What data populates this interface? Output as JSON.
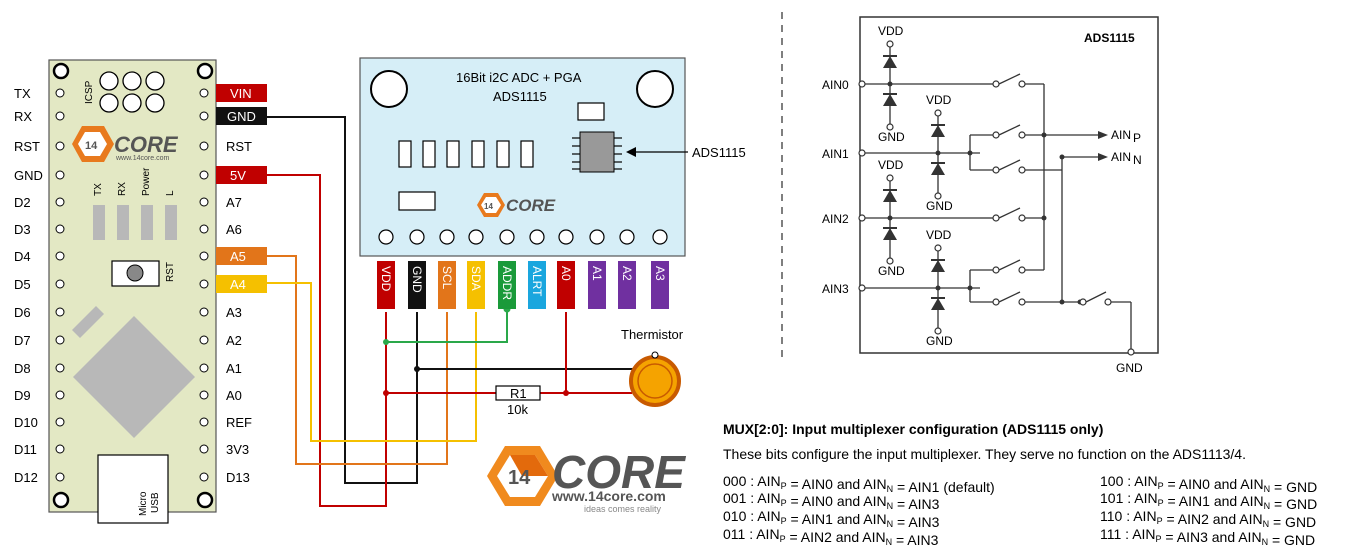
{
  "arduino": {
    "left_pins": [
      "TX",
      "RX",
      "RST",
      "GND",
      "D2",
      "D3",
      "D4",
      "D5",
      "D6",
      "D7",
      "D8",
      "D9",
      "D10",
      "D11",
      "D12"
    ],
    "right_pins": [
      "VIN",
      "GND",
      "RST",
      "5V",
      "A7",
      "A6",
      "A5",
      "A4",
      "A3",
      "A2",
      "A1",
      "A0",
      "REF",
      "3V3",
      "D13"
    ],
    "icsp_label": "ICSP",
    "led_labels": [
      "TX",
      "RX",
      "Power",
      "L"
    ],
    "rst_label": "RST",
    "usb_label_1": "Micro",
    "usb_label_2": "USB",
    "logo_text": "CORE",
    "logo_num": "14",
    "logo_url": "www.14core.com"
  },
  "adc_board": {
    "title_line1": "16Bit i2C ADC + PGA",
    "title_line2": "ADS1115",
    "chip_callout": "ADS1115",
    "logo_text": "CORE",
    "logo_num": "14",
    "pins": [
      "VDD",
      "GND",
      "SCL",
      "SDA",
      "ADDR",
      "ALRT",
      "A0",
      "A1",
      "A2",
      "A3"
    ]
  },
  "components": {
    "thermistor_label": "Thermistor",
    "resistor_label": "R1",
    "resistor_value": "10k"
  },
  "big_logo": {
    "num": "14",
    "text": "CORE",
    "url": "www.14core.com",
    "tagline": "ideas comes reality"
  },
  "mux_diagram": {
    "chip_label": "ADS1115",
    "inputs": [
      "AIN0",
      "AIN1",
      "AIN2",
      "AIN3"
    ],
    "vdd_label": "VDD",
    "gnd_label": "GND",
    "out_p": "AIN",
    "out_p_sub": "P",
    "out_n": "AIN",
    "out_n_sub": "N",
    "bottom_gnd": "GND"
  },
  "mux_table": {
    "title": "MUX[2:0]: Input multiplexer configuration (ADS1115 only)",
    "description": "These bits configure the input multiplexer. They serve no function on the ADS1113/4.",
    "left_column": [
      "000 : AINP = AIN0 and AINN = AIN1 (default)",
      "001 : AINP = AIN0 and AINN = AIN3",
      "010 : AINP = AIN1 and AINN = AIN3",
      "011 : AINP = AIN2 and AINN = AIN3"
    ],
    "right_column": [
      "100 : AINP = AIN0 and AINN = GND",
      "101 : AINP = AIN1 and AINN = GND",
      "110 : AINP = AIN2 and AINN = GND",
      "111 : AINP = AIN3 and AINN = GND"
    ]
  },
  "colors": {
    "board_green": "#e3e8c4",
    "adc_blue": "#d6eef7",
    "vin_red": "#c00000",
    "gnd_black": "#111111",
    "a5_orange": "#e2751a",
    "a4_yellow": "#f5c000",
    "addr_green": "#1a9a3a",
    "alrt_cyan": "#1aa6de",
    "a_purple": "#7030a0",
    "thermistor_orange": "#f5a300",
    "wire_green": "#2aa84a"
  }
}
